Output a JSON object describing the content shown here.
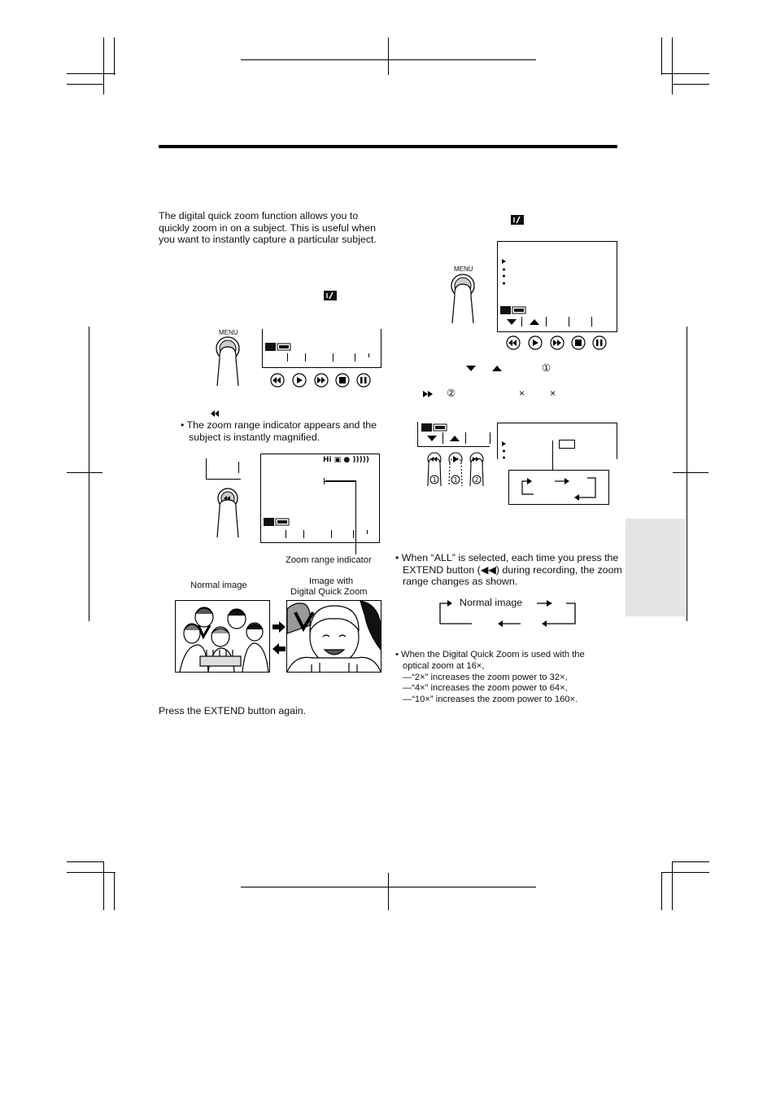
{
  "left_column": {
    "intro_text": "The digital quick zoom function allows you to quickly zoom in on a subject. This is useful when you want to instantly capture a particular subject.",
    "bullet_zoom_indicator": "• The zoom range indicator appears and the subject is instantly magnified.",
    "zoom_range_indicator_label": "Zoom range indicator",
    "normal_image_label": "Normal image",
    "digital_zoom_label_line1": "Image with",
    "digital_zoom_label_line2": "Digital Quick Zoom",
    "cancel_text": "Press the EXTEND button again.",
    "menu_label": "MENU",
    "lcd_status": "Hi"
  },
  "right_column": {
    "menu_label": "MENU",
    "bullet_all_selected": "• When “ALL” is selected, each time you press the EXTEND button (◀◀) during recording, the zoom range changes as shown.",
    "cycle_label": "Normal image",
    "note_lines": [
      "• When the Digital Quick Zoom is used with the",
      "optical zoom at 16×,",
      "—“2×” increases the zoom power to 32×,",
      "—“4×” increases the zoom power to 64×,",
      "—“10×” increases the zoom power to 160×."
    ],
    "circled_1": "①",
    "circled_2": "②",
    "times_1": "×",
    "times_2": "×"
  }
}
